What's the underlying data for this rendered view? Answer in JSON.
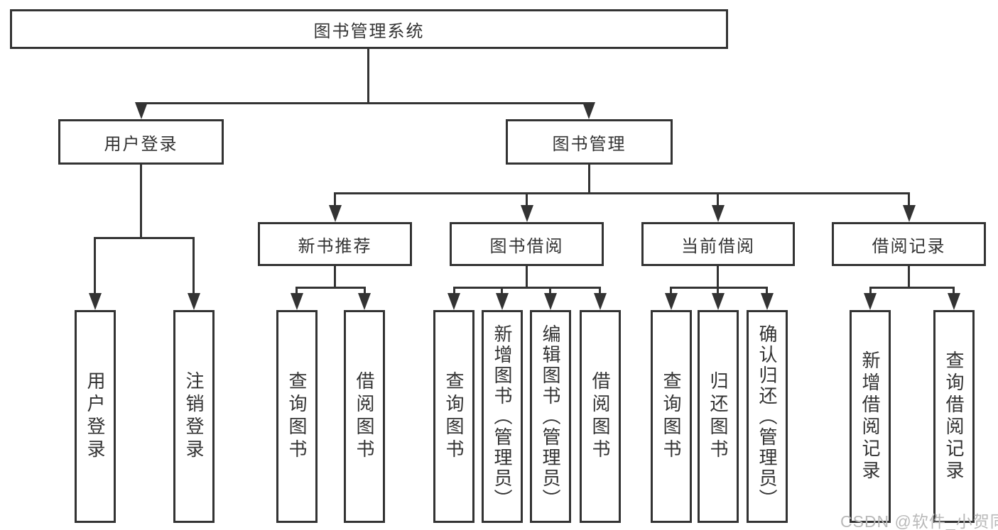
{
  "diagram": {
    "root": {
      "label": "图书管理系统"
    },
    "level2": [
      {
        "label": "用户登录"
      },
      {
        "label": "图书管理"
      }
    ],
    "level3": [
      {
        "label": "新书推荐"
      },
      {
        "label": "图书借阅"
      },
      {
        "label": "当前借阅"
      },
      {
        "label": "借阅记录"
      }
    ],
    "leaves": {
      "user_login": [
        {
          "label": "用户登录"
        },
        {
          "label": "注销登录"
        }
      ],
      "new_books": [
        {
          "label": "查询图书"
        },
        {
          "label": "借阅图书"
        }
      ],
      "book_borrow": [
        {
          "label": "查询图书"
        },
        {
          "label": "新增图书（管理员）"
        },
        {
          "label": "编辑图书（管理员）"
        },
        {
          "label": "借阅图书"
        }
      ],
      "current_borrow": [
        {
          "label": "查询图书"
        },
        {
          "label": "归还图书"
        },
        {
          "label": "确认归还（管理员）"
        }
      ],
      "borrow_records": [
        {
          "label": "新增借阅记录"
        },
        {
          "label": "查询借阅记录"
        }
      ]
    },
    "watermark": "CSDN @软件_小贺同学",
    "colors": {
      "line": "#333333",
      "text": "#333333",
      "watermark": "#b9b9b9",
      "background": "#ffffff"
    }
  }
}
